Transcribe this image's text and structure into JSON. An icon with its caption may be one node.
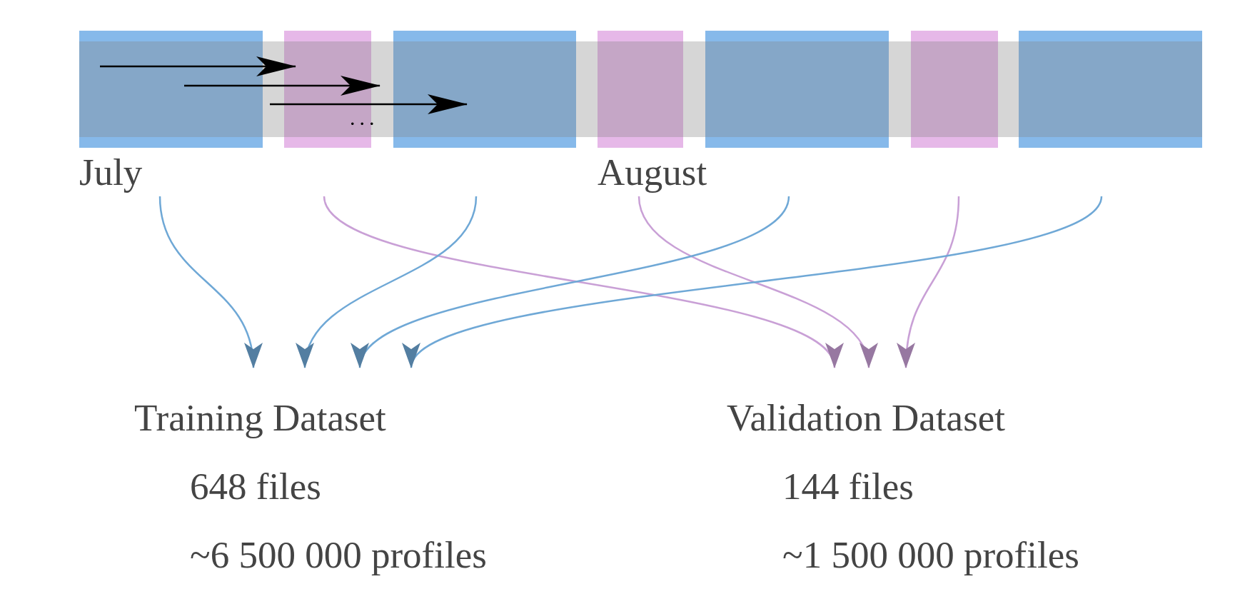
{
  "diagram": {
    "nodes": [
      {
        "text": [],
        "shape": "box",
        "beside": [
          "July"
        ]
      },
      {
        "text": [],
        "shape": "box"
      },
      {
        "text": [],
        "shape": "box"
      },
      {
        "text": [],
        "shape": "box",
        "beside": [
          "August"
        ]
      },
      {
        "text": [],
        "shape": "box"
      },
      {
        "text": [],
        "shape": "box"
      },
      {
        "text": [],
        "shape": "box"
      },
      {
        "text": [
          "Training Dataset",
          "648 files",
          "~6 500 000 profiles"
        ]
      },
      {
        "text": [
          "Validation Dataset",
          "144 files",
          "~1 500 000 profiles"
        ]
      }
    ],
    "edges": [
      {
        "from": 0,
        "to": 7,
        "arrow": "to"
      },
      {
        "from": 1,
        "to": 8,
        "arrow": "to",
        "color": "#c9a0d6"
      },
      {
        "from": 2,
        "to": 7,
        "arrow": "to"
      },
      {
        "from": 3,
        "to": 8,
        "arrow": "to",
        "color": "#c9a0d6"
      },
      {
        "from": 4,
        "to": 7,
        "arrow": "to"
      },
      {
        "from": 5,
        "to": 8,
        "arrow": "to",
        "color": "#c9a0d6"
      },
      {
        "from": 6,
        "to": 7,
        "arrow": "to"
      },
      {
        "from": 0,
        "to": 1,
        "arrow": "to",
        "color": "#000000"
      },
      {
        "from": 0,
        "to": 1,
        "arrow": "to",
        "color": "#000000"
      },
      {
        "from": 1,
        "to": 2,
        "arrow": "to",
        "color": "#000000"
      }
    ],
    "labels": [
      "..."
    ]
  }
}
